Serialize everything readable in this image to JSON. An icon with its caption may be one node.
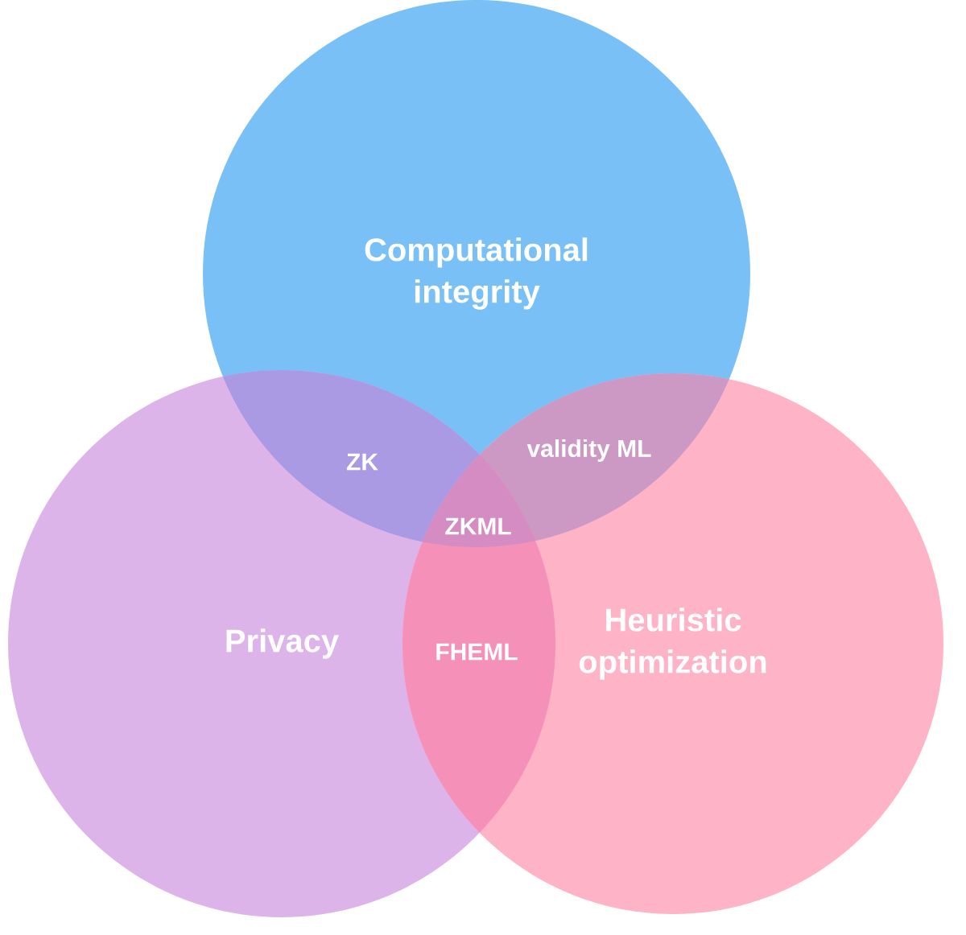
{
  "diagram": {
    "nodes": [
      {
        "text": [
          "Computational integrity"
        ]
      },
      {
        "text": [
          "Privacy"
        ]
      },
      {
        "text": [
          "Heuristic optimization"
        ]
      }
    ],
    "labels": [
      "ZK",
      "validity ML",
      "ZKML",
      "FHEML"
    ]
  }
}
